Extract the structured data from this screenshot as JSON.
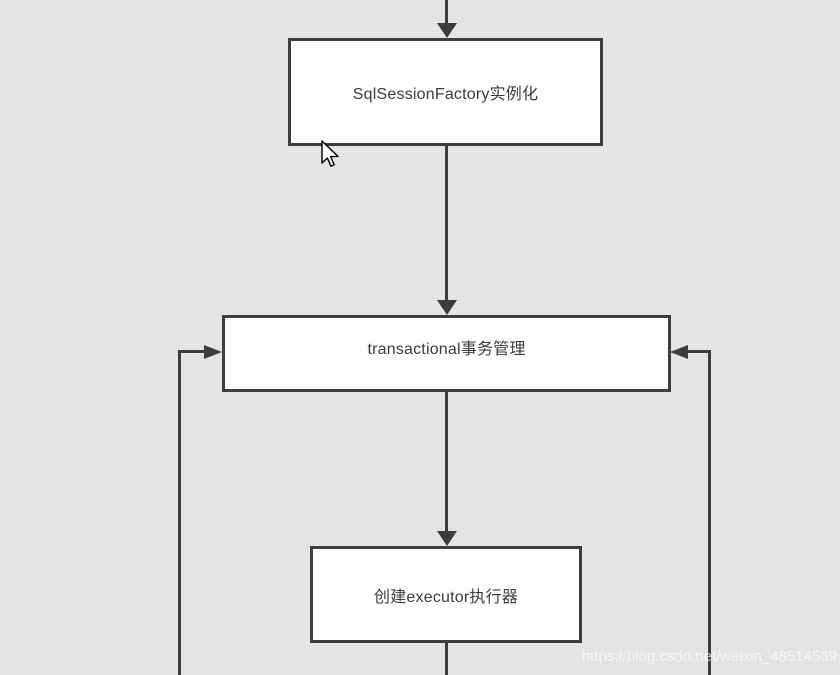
{
  "diagram": {
    "nodes": [
      {
        "id": "sqlsessionfactory-instantiation",
        "label": "SqlSessionFactory实例化"
      },
      {
        "id": "transactional-management",
        "label": "transactional事务管理"
      },
      {
        "id": "create-executor",
        "label": "创建executor执行器"
      }
    ]
  },
  "watermark": {
    "text": "https://blog.csdn.net/weixin_48514539"
  },
  "colors": {
    "background": "#e4e4e4",
    "node_fill": "#fdfdfd",
    "stroke": "#3d3d3f",
    "text": "#3c3c3e",
    "watermark": "rgba(255,255,255,0.68)"
  }
}
